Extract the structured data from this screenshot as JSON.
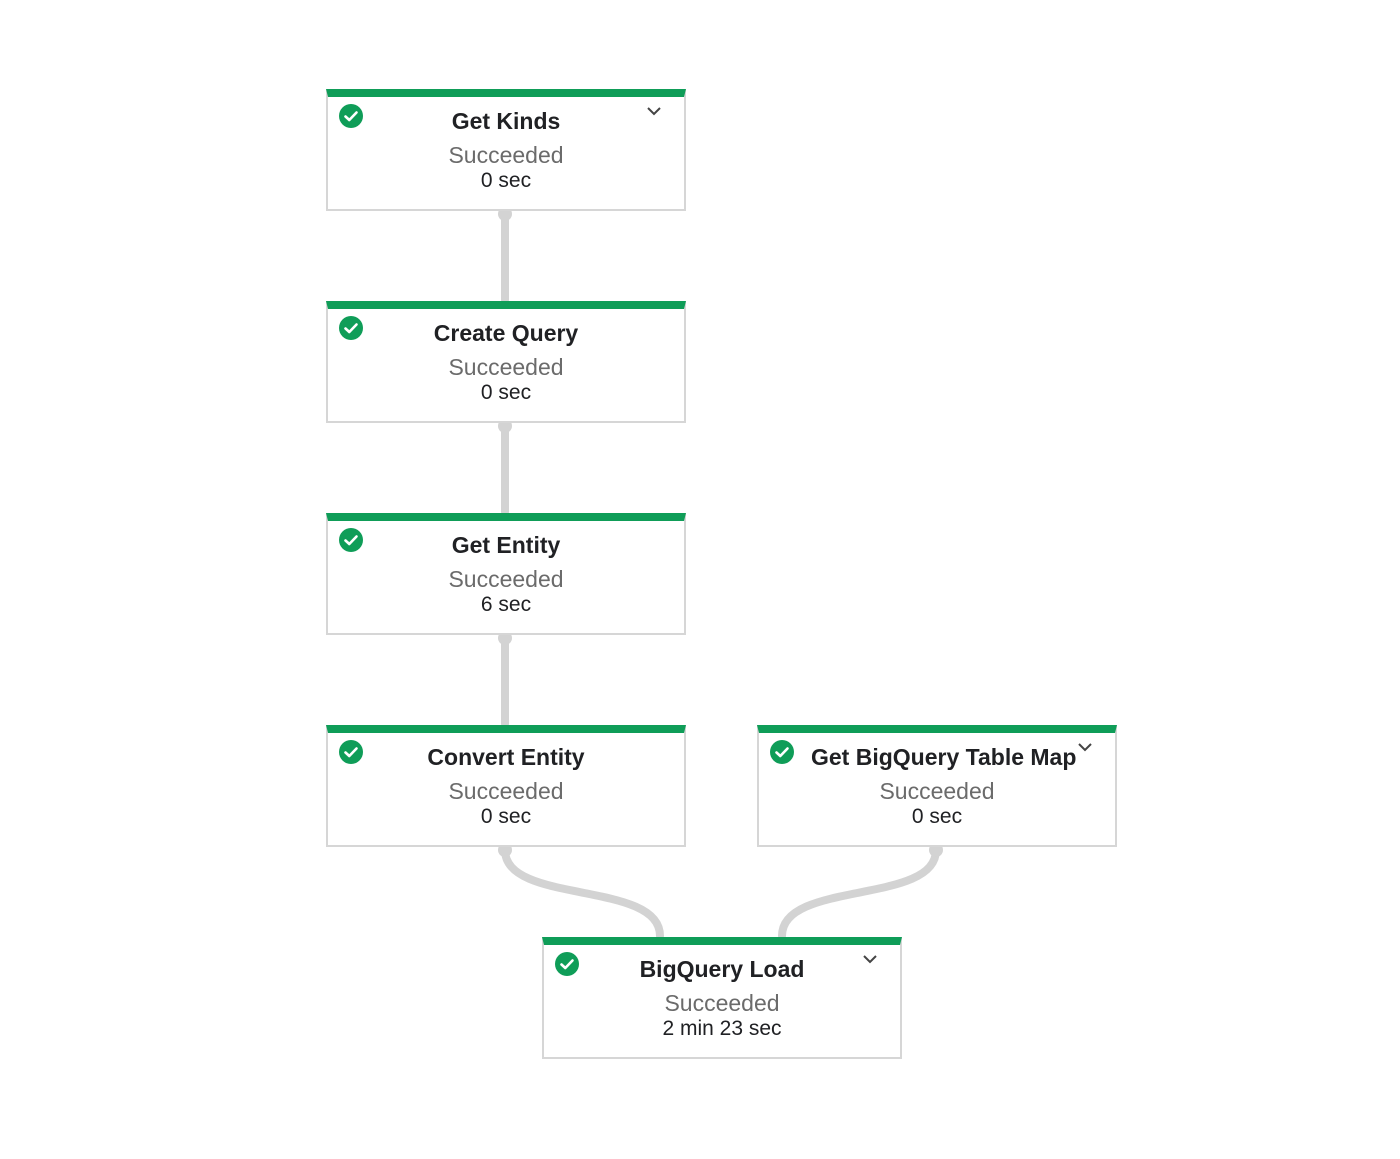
{
  "colors": {
    "success": "#0f9d58",
    "edge": "#d3d3d3",
    "border": "#d6d6d6"
  },
  "nodes": [
    {
      "title": "Get Kinds",
      "status": "Succeeded",
      "duration": "0 sec",
      "icon": "check-circle-icon",
      "expand_icon": "chevron-down-icon"
    },
    {
      "title": "Create Query",
      "status": "Succeeded",
      "duration": "0 sec",
      "icon": "check-circle-icon"
    },
    {
      "title": "Get Entity",
      "status": "Succeeded",
      "duration": "6 sec",
      "icon": "check-circle-icon"
    },
    {
      "title": "Convert Entity",
      "status": "Succeeded",
      "duration": "0 sec",
      "icon": "check-circle-icon"
    },
    {
      "title": "Get BigQuery Table Map",
      "status": "Succeeded",
      "duration": "0 sec",
      "icon": "check-circle-icon",
      "expand_icon": "chevron-down-icon"
    },
    {
      "title": "BigQuery Load",
      "status": "Succeeded",
      "duration": "2 min 23 sec",
      "icon": "check-circle-icon",
      "expand_icon": "chevron-down-icon"
    }
  ],
  "edges": [
    {
      "from": "Get Kinds",
      "to": "Create Query"
    },
    {
      "from": "Create Query",
      "to": "Get Entity"
    },
    {
      "from": "Get Entity",
      "to": "Convert Entity"
    },
    {
      "from": "Convert Entity",
      "to": "BigQuery Load"
    },
    {
      "from": "Get BigQuery Table Map",
      "to": "BigQuery Load"
    }
  ]
}
